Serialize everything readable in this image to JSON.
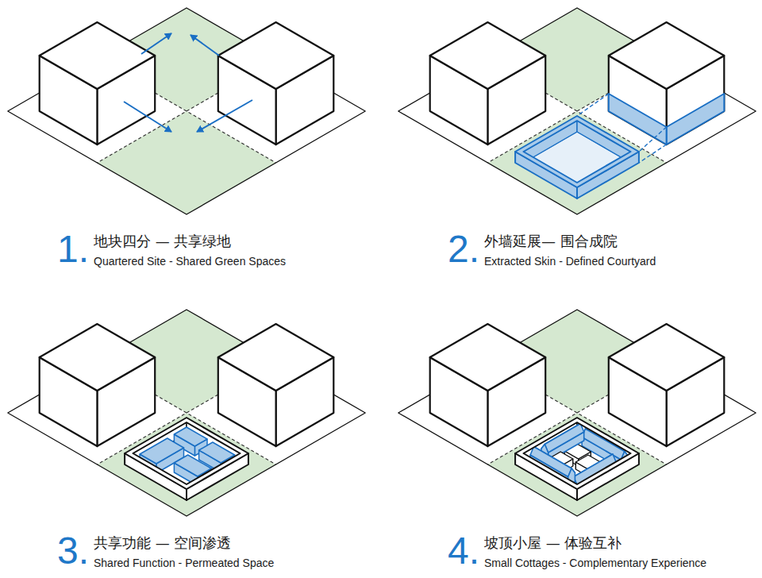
{
  "diagram": {
    "labels": [
      "1.",
      "地块四分 — 共享绿地",
      "Quartered Site - Shared Green Spaces",
      "2.",
      "外墙延展— 围合成院",
      "Extracted Skin - Defined Courtyard",
      "3.",
      "共享功能 — 空间渗透",
      "Shared Function - Permeated Space",
      "4.",
      "坡顶小屋 — 体验互补",
      "Small Cottages - Complementary Experience"
    ]
  }
}
